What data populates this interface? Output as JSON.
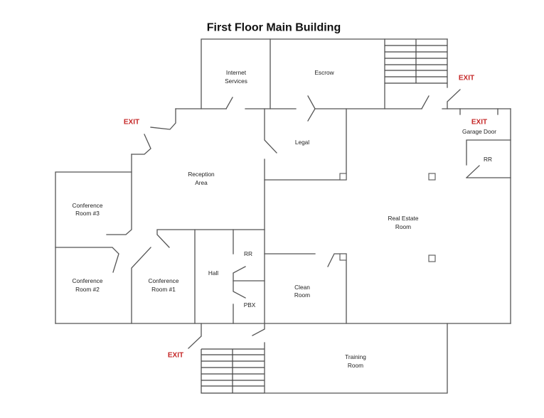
{
  "title": "First Floor Main Building",
  "rooms": {
    "internet_services": {
      "line1": "Internet",
      "line2": "Services"
    },
    "escrow": {
      "line1": "Escrow"
    },
    "legal": {
      "line1": "Legal"
    },
    "reception": {
      "line1": "Reception",
      "line2": "Area"
    },
    "real_estate": {
      "line1": "Real Estate",
      "line2": "Room"
    },
    "conference_3": {
      "line1": "Conference",
      "line2": "Room #3"
    },
    "conference_2": {
      "line1": "Conference",
      "line2": "Room #2"
    },
    "conference_1": {
      "line1": "Conference",
      "line2": "Room #1"
    },
    "hall": {
      "line1": "Hall"
    },
    "restroom_center": {
      "line1": "RR"
    },
    "pbx": {
      "line1": "PBX"
    },
    "clean_room": {
      "line1": "Clean",
      "line2": "Room"
    },
    "restroom_right": {
      "line1": "RR"
    },
    "training": {
      "line1": "Training",
      "line2": "Room"
    }
  },
  "exits": {
    "top_right": "EXIT",
    "garage": "EXIT",
    "left": "EXIT",
    "bottom": "EXIT"
  },
  "garage_door_label": "Garage Door",
  "colors": {
    "exit": "#c62828",
    "wall": "#555555",
    "text": "#222222"
  }
}
